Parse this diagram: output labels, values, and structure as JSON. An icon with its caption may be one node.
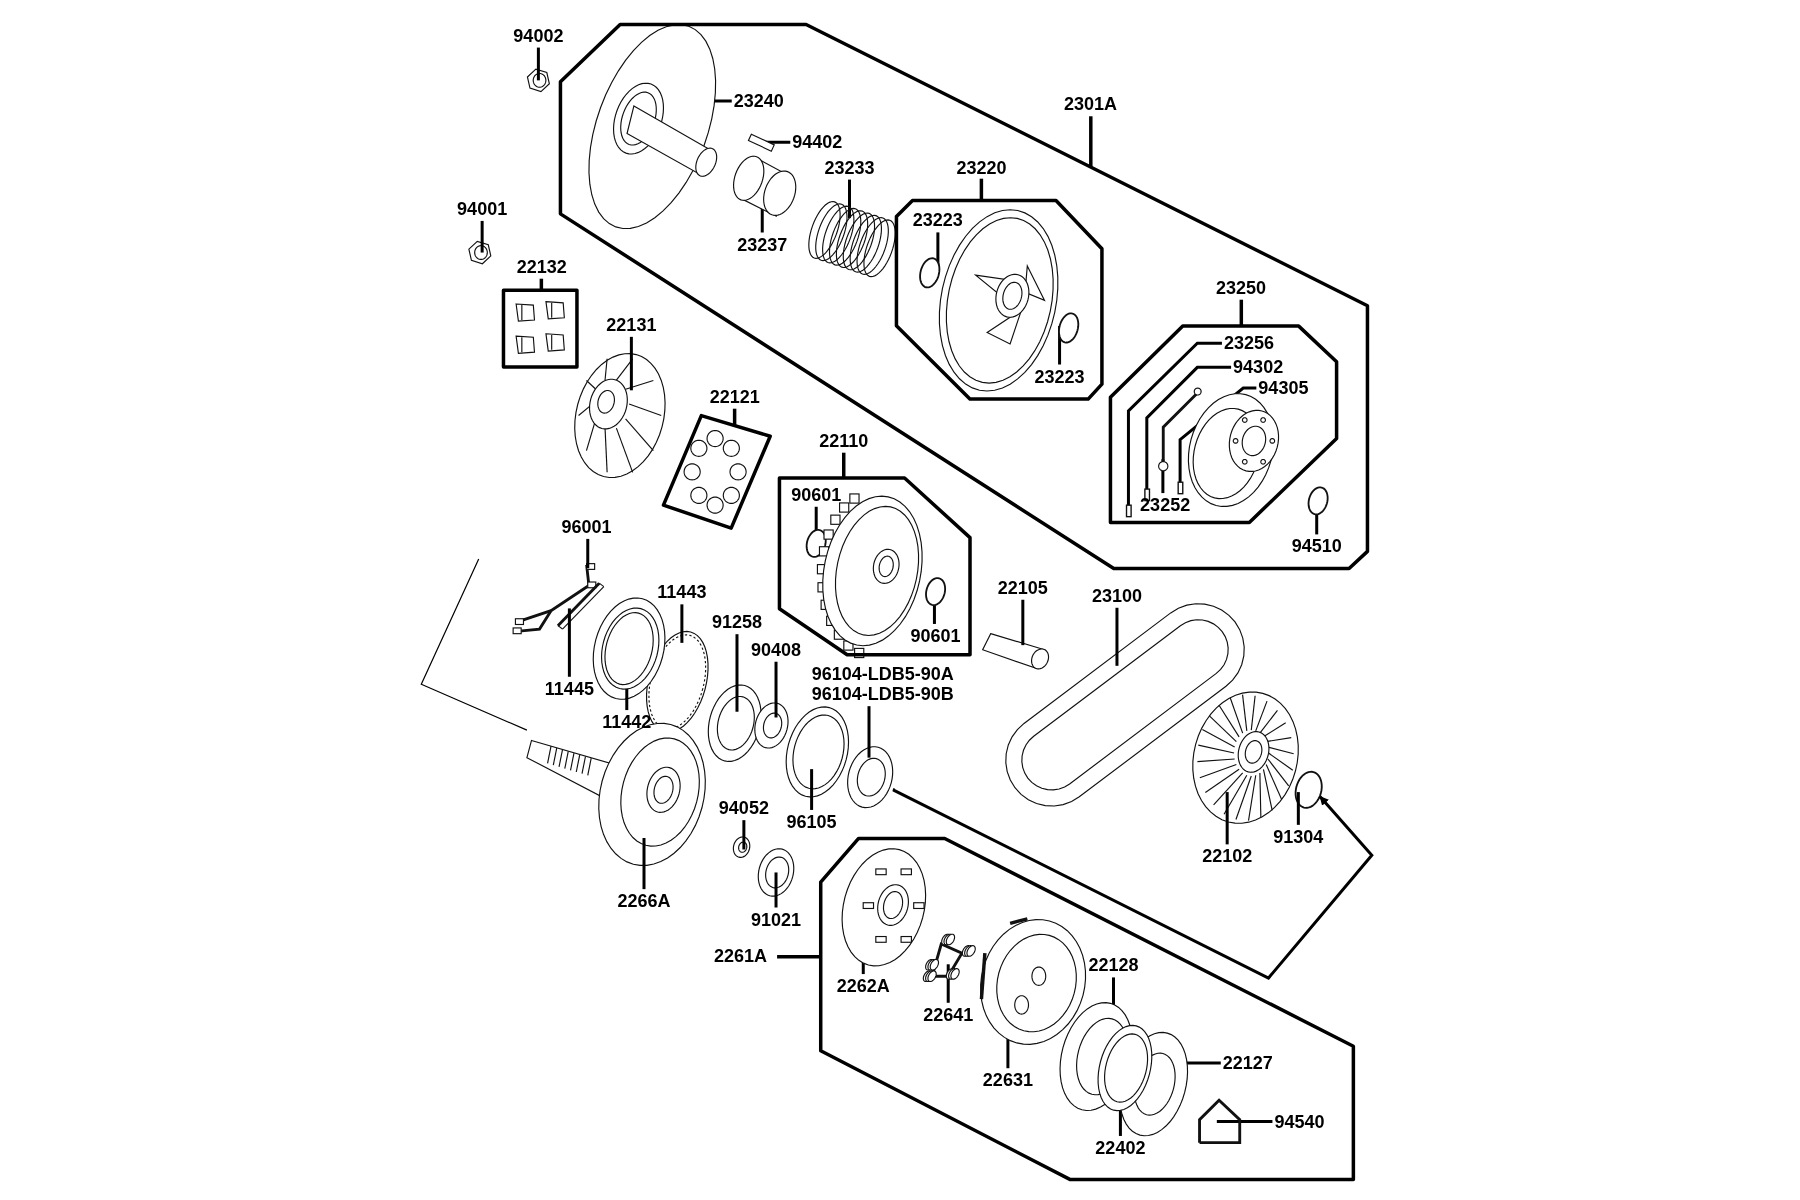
{
  "diagram": {
    "nodes": [
      {
        "text": [
          "94002"
        ]
      },
      {
        "text": [
          "2301A"
        ]
      },
      {
        "text": [
          "23240"
        ],
        "in": 1
      },
      {
        "text": [
          "94402"
        ],
        "in": 1
      },
      {
        "text": [
          "23233"
        ],
        "in": 1
      },
      {
        "text": [
          "23237"
        ],
        "in": 1
      },
      {
        "text": [
          "23220"
        ],
        "in": 1
      },
      {
        "text": [
          "23223"
        ],
        "in": 6
      },
      {
        "text": [
          "23223"
        ],
        "in": 6
      },
      {
        "text": [
          "94001"
        ]
      },
      {
        "text": [
          "22132"
        ]
      },
      {
        "text": [
          "23250"
        ],
        "in": 1
      },
      {
        "text": [
          "23256"
        ],
        "in": 11
      },
      {
        "text": [
          "94302"
        ],
        "in": 11
      },
      {
        "text": [
          "94305"
        ],
        "in": 11
      },
      {
        "text": [
          "23252"
        ],
        "in": 11
      },
      {
        "text": [
          "94510"
        ],
        "in": 1
      },
      {
        "text": [
          "22131"
        ]
      },
      {
        "text": [
          "22121"
        ]
      },
      {
        "text": [
          "22110"
        ]
      },
      {
        "text": [
          "90601"
        ],
        "in": 19
      },
      {
        "text": [
          "90601"
        ],
        "in": 19
      },
      {
        "text": [
          "96001"
        ]
      },
      {
        "text": [
          "11443"
        ]
      },
      {
        "text": [
          "91258"
        ]
      },
      {
        "text": [
          "90408"
        ]
      },
      {
        "text": [
          "96104-LDB5-90A",
          "96104-LDB5-90B"
        ]
      },
      {
        "text": [
          "11445"
        ]
      },
      {
        "text": [
          "11442"
        ]
      },
      {
        "text": [
          "22105"
        ]
      },
      {
        "text": [
          "23100"
        ]
      },
      {
        "text": [
          "96105"
        ]
      },
      {
        "text": [
          "94052"
        ]
      },
      {
        "text": [
          "2266A"
        ]
      },
      {
        "text": [
          "91021"
        ]
      },
      {
        "text": [
          "22102"
        ]
      },
      {
        "text": [
          "91304"
        ]
      },
      {
        "text": [
          "2261A"
        ]
      },
      {
        "text": [
          "2262A"
        ],
        "in": 37
      },
      {
        "text": [
          "22641"
        ],
        "in": 37
      },
      {
        "text": [
          "22631"
        ],
        "in": 37
      },
      {
        "text": [
          "22128"
        ],
        "in": 37
      },
      {
        "text": [
          "22127"
        ],
        "in": 37
      },
      {
        "text": [
          "22402"
        ],
        "in": 37
      },
      {
        "text": [
          "94540"
        ],
        "in": 37
      },
      {
        "text": [],
        "shape": "picture"
      },
      {
        "text": [],
        "shape": "picture",
        "in": 1
      },
      {
        "text": [],
        "shape": "picture",
        "in": 1
      },
      {
        "text": [],
        "shape": "picture",
        "in": 1
      },
      {
        "text": [],
        "shape": "picture",
        "in": 1
      },
      {
        "text": [],
        "shape": "circle",
        "in": 6
      },
      {
        "text": [],
        "shape": "circle",
        "in": 6
      },
      {
        "text": [],
        "shape": "picture"
      },
      {
        "text": [],
        "shape": "bar",
        "in": 11
      },
      {
        "text": [],
        "shape": "bar",
        "in": 11
      },
      {
        "text": [],
        "shape": "picture",
        "in": 11
      },
      {
        "text": [],
        "shape": "bar",
        "in": 11
      },
      {
        "text": [],
        "shape": "circle",
        "in": 1
      },
      {
        "text": [],
        "shape": "picture"
      },
      {
        "text": [],
        "shape": "circle",
        "in": 19
      },
      {
        "text": [],
        "shape": "circle",
        "in": 19
      },
      {
        "text": [],
        "shape": "picture"
      },
      {
        "text": [],
        "shape": "picture"
      },
      {
        "text": [],
        "shape": "picture"
      },
      {
        "text": [],
        "shape": "picture"
      },
      {
        "text": [],
        "shape": "picture"
      },
      {
        "text": [],
        "shape": "picture"
      },
      {
        "text": [],
        "shape": "picture"
      },
      {
        "text": [],
        "shape": "picture"
      },
      {
        "text": [],
        "shape": "picture"
      },
      {
        "text": [],
        "shape": "picture"
      },
      {
        "text": [],
        "shape": "picture"
      },
      {
        "text": [],
        "shape": "picture"
      },
      {
        "text": [],
        "shape": "picture"
      },
      {
        "text": [],
        "shape": "picture"
      },
      {
        "text": [],
        "shape": "circle"
      },
      {
        "text": [],
        "shape": "picture",
        "in": 37
      },
      {
        "text": [],
        "shape": "picture",
        "in": 37
      },
      {
        "text": [],
        "shape": "picture",
        "in": 37
      },
      {
        "text": [],
        "shape": "picture",
        "in": 37
      },
      {
        "text": [],
        "shape": "picture",
        "in": 37
      },
      {
        "text": [],
        "shape": "picture",
        "in": 37
      },
      {
        "text": [],
        "shape": "picture",
        "in": 37
      }
    ],
    "edges": [
      {
        "from": 0,
        "to": 45,
        "arrow": "none"
      },
      {
        "from": 2,
        "to": 46,
        "arrow": "none"
      },
      {
        "from": 3,
        "to": 47,
        "arrow": "none"
      },
      {
        "from": 4,
        "to": 48,
        "arrow": "none"
      },
      {
        "from": 5,
        "to": 49,
        "arrow": "none"
      },
      {
        "from": 7,
        "to": 50,
        "arrow": "none"
      },
      {
        "from": 8,
        "to": 51,
        "arrow": "none"
      },
      {
        "from": 9,
        "to": 52,
        "arrow": "none"
      },
      {
        "from": 12,
        "to": 53,
        "arrow": "none"
      },
      {
        "from": 13,
        "to": 54,
        "arrow": "none"
      },
      {
        "from": 14,
        "to": 56,
        "arrow": "none"
      },
      {
        "from": 15,
        "to": 55,
        "arrow": "none"
      },
      {
        "from": 16,
        "to": 57,
        "arrow": "none"
      },
      {
        "from": 17,
        "to": 58,
        "arrow": "none"
      },
      {
        "from": 20,
        "to": 59,
        "arrow": "none"
      },
      {
        "from": 21,
        "to": 60,
        "arrow": "none"
      },
      {
        "from": 22,
        "to": 61,
        "arrow": "none"
      },
      {
        "from": 23,
        "to": 62,
        "arrow": "none"
      },
      {
        "from": 24,
        "to": 63,
        "arrow": "none"
      },
      {
        "from": 25,
        "to": 64,
        "arrow": "none"
      },
      {
        "from": 26,
        "to": 65,
        "arrow": "none"
      },
      {
        "from": 27,
        "to": 66,
        "arrow": "none"
      },
      {
        "from": 28,
        "to": 67,
        "arrow": "none"
      },
      {
        "from": 29,
        "to": 68,
        "arrow": "none"
      },
      {
        "from": 30,
        "to": 69,
        "arrow": "none"
      },
      {
        "from": 31,
        "to": 70,
        "arrow": "none"
      },
      {
        "from": 32,
        "to": 71,
        "arrow": "none"
      },
      {
        "from": 33,
        "to": 72,
        "arrow": "none"
      },
      {
        "from": 34,
        "to": 73,
        "arrow": "none"
      },
      {
        "from": 35,
        "to": 74,
        "arrow": "none"
      },
      {
        "from": 36,
        "to": 75,
        "arrow": "none"
      },
      {
        "from": 38,
        "to": 76,
        "arrow": "none"
      },
      {
        "from": 39,
        "to": 77,
        "arrow": "none"
      },
      {
        "from": 40,
        "to": 78,
        "arrow": "none"
      },
      {
        "from": 41,
        "to": 79,
        "arrow": "none"
      },
      {
        "from": 42,
        "to": 80,
        "arrow": "none"
      },
      {
        "from": 43,
        "to": 81,
        "arrow": "none"
      },
      {
        "from": 44,
        "to": 82,
        "arrow": "none"
      },
      {
        "from": null,
        "to": 72,
        "arrow": "none"
      },
      {
        "from": 65,
        "to": 75,
        "arrow": "to"
      }
    ]
  }
}
